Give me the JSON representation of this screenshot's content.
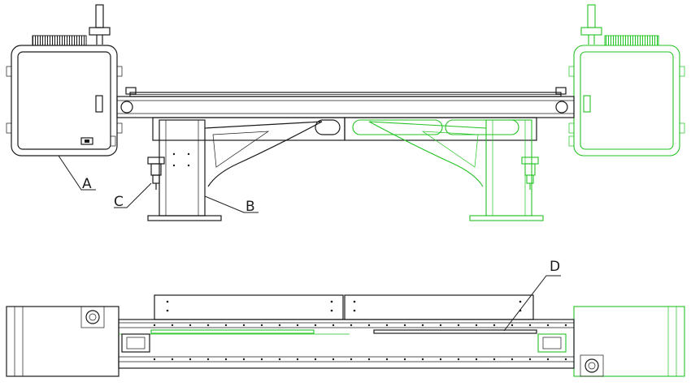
{
  "callouts": {
    "a": "A",
    "b": "B",
    "c": "C",
    "d": "D"
  },
  "colors": {
    "line": "#1a1a1a",
    "mirror": "#22c322",
    "background": "#ffffff"
  }
}
